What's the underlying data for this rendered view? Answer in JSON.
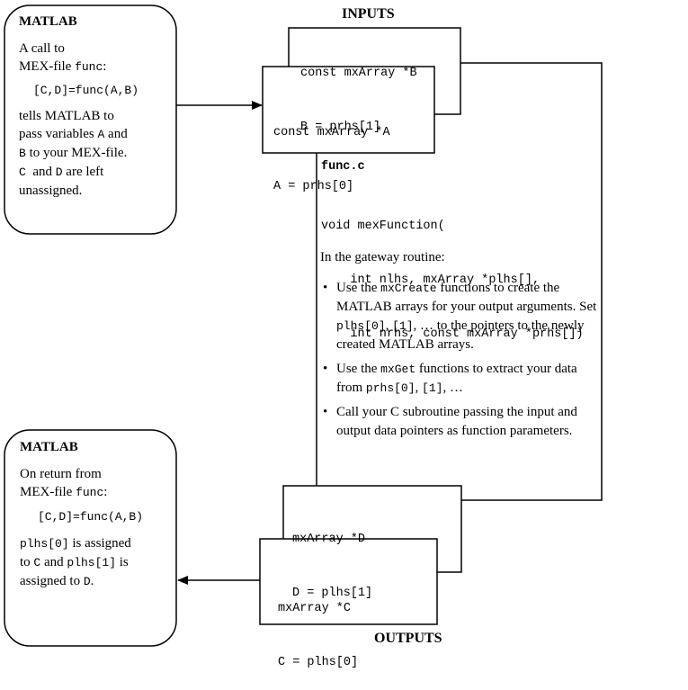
{
  "inputs_label": "INPUTS",
  "outputs_label": "OUTPUTS",
  "matlab_in": {
    "title": "MATLAB",
    "line1": "A call to",
    "line2_prefix": "MEX-file ",
    "line2_code": "func",
    "line2_suffix": ":",
    "call": "[C,D]=func(A,B)",
    "desc1": "tells MATLAB to",
    "desc2_text": "pass variables ",
    "desc2_code": "A",
    "desc2_suffix": " and",
    "desc3_code": "B",
    "desc3_suffix": " to your MEX-file.",
    "desc4_code1": "C",
    "desc4_mid": "  and ",
    "desc4_code2": "D",
    "desc4_suffix": " are left",
    "desc5": "unassigned."
  },
  "input_b": {
    "line1": "const mxArray *B",
    "line2": "B = prhs[1]"
  },
  "input_a": {
    "line1": "const mxArray *A",
    "line2": "A = prhs[0]"
  },
  "func": {
    "filename": "func.c",
    "sig1": "void mexFunction(",
    "sig2": "    int nlhs, mxArray *plhs[],",
    "sig3": "    int nrhs, const mxArray *prhs[])",
    "gateway": "In the gateway routine:",
    "b1_a": "Use the ",
    "b1_code": "mxCreate",
    "b1_b": " functions to create the MATLAB arrays for your output arguments. Set ",
    "b1_code2": "plhs[0]",
    "b1_c": ", ",
    "b1_code3": "[1]",
    "b1_d": ", … to the pointers to the newly created MATLAB arrays.",
    "b2_a": "Use the ",
    "b2_code": "mxGet",
    "b2_b": " functions to extract your data from ",
    "b2_code2": "prhs[0]",
    "b2_c": ", ",
    "b2_code3": "[1]",
    "b2_d": ", …",
    "b3": "Call your C subroutine passing the input and output data pointers as function parameters."
  },
  "output_d": {
    "line1": "mxArray *D",
    "line2": "D = plhs[1]"
  },
  "output_c": {
    "line1": "mxArray *C",
    "line2": "C = plhs[0]"
  },
  "matlab_out": {
    "title": "MATLAB",
    "line1": "On return from",
    "line2_prefix": "MEX-file ",
    "line2_code": "func",
    "line2_suffix": ":",
    "call": "[C,D]=func(A,B)",
    "d1_code": "plhs[0]",
    "d1_suffix": " is assigned",
    "d2_prefix": "to ",
    "d2_code": "C",
    "d2_mid": " and ",
    "d2_code2": "plhs[1]",
    "d2_suffix": " is",
    "d3_prefix": "assigned to ",
    "d3_code": "D",
    "d3_suffix": "."
  }
}
